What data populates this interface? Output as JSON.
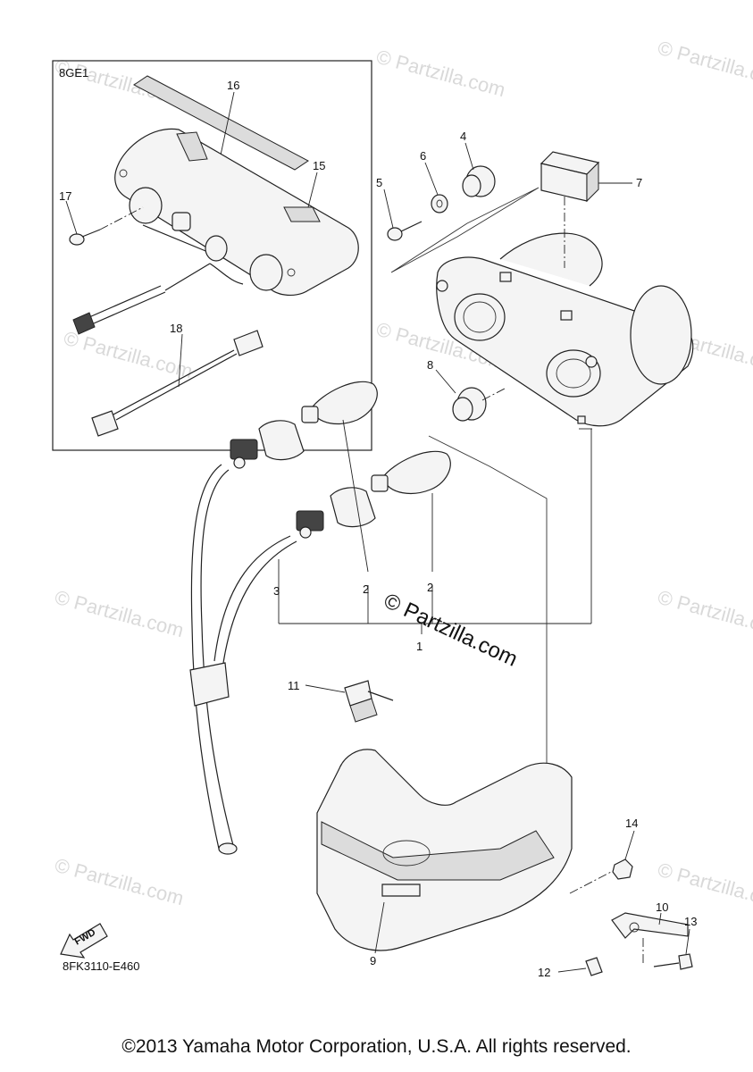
{
  "diagram_code": "8GE1",
  "drawing_number": "8FK3110-E460",
  "fwd_label": "FWD",
  "watermark": "© Partzilla.com",
  "brand_text": "© Partzilla.com",
  "copyright": "©2013 Yamaha Motor Corporation, U.S.A. All rights reserved.",
  "callouts": {
    "c1": "1",
    "c2a": "2",
    "c2b": "2",
    "c3": "3",
    "c4": "4",
    "c5": "5",
    "c6": "6",
    "c7": "7",
    "c8": "8",
    "c9": "9",
    "c10": "10",
    "c11": "11",
    "c12": "12",
    "c13": "13",
    "c14": "14",
    "c15": "15",
    "c16": "16",
    "c17": "17",
    "c18": "18"
  }
}
